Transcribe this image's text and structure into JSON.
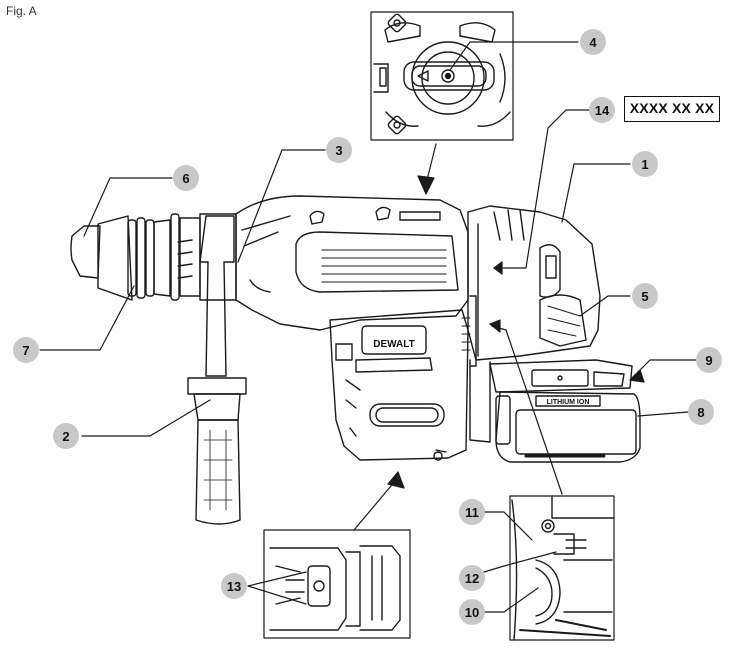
{
  "figure_label": "Fig. A",
  "model_code": "XXXX XX XX",
  "brand_text": "DEWALT",
  "battery_text": "LITHIUM ION",
  "callouts": [
    {
      "id": "c1",
      "label": "1"
    },
    {
      "id": "c2",
      "label": "2"
    },
    {
      "id": "c3",
      "label": "3"
    },
    {
      "id": "c4",
      "label": "4"
    },
    {
      "id": "c5",
      "label": "5"
    },
    {
      "id": "c6",
      "label": "6"
    },
    {
      "id": "c7",
      "label": "7"
    },
    {
      "id": "c8",
      "label": "8"
    },
    {
      "id": "c9",
      "label": "9"
    },
    {
      "id": "c10",
      "label": "10"
    },
    {
      "id": "c11",
      "label": "11"
    },
    {
      "id": "c12",
      "label": "12"
    },
    {
      "id": "c13",
      "label": "13"
    },
    {
      "id": "c14",
      "label": "14"
    }
  ],
  "colors": {
    "line": "#1a1a1a",
    "callout_fill": "#c8c8c8",
    "callout_text": "#111111"
  }
}
